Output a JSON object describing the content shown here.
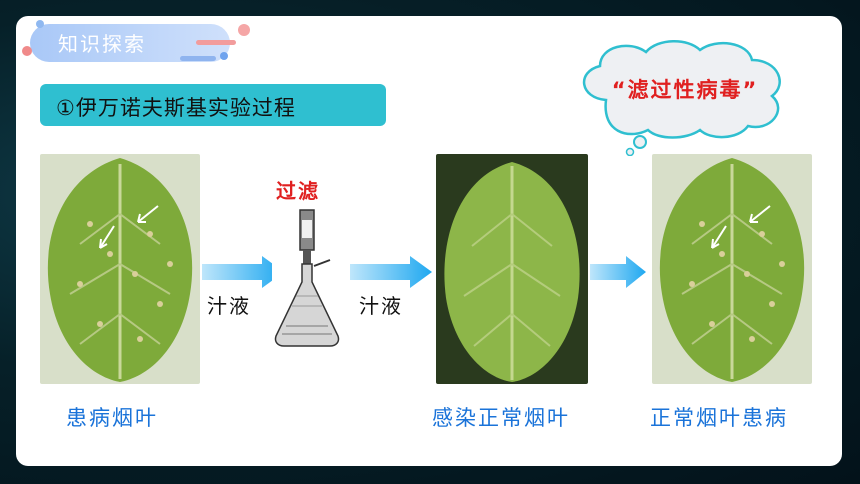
{
  "header": {
    "title": "知识探索"
  },
  "section": {
    "subtitle": "①伊万诺夫斯基实验过程"
  },
  "thought_bubble": {
    "text": "“滤过性病毒”"
  },
  "steps": {
    "filter_label": "过滤",
    "juice_label_1": "汁液",
    "juice_label_2": "汁液"
  },
  "captions": {
    "diseased_leaf": "患病烟叶",
    "infected_leaf": "感染正常烟叶",
    "result_leaf": "正常烟叶患病"
  },
  "colors": {
    "accent_teal": "#2fbfd0",
    "caption_blue": "#1a73d9",
    "highlight_red": "#e02020",
    "arrow_blue": "#1fa8f0"
  }
}
